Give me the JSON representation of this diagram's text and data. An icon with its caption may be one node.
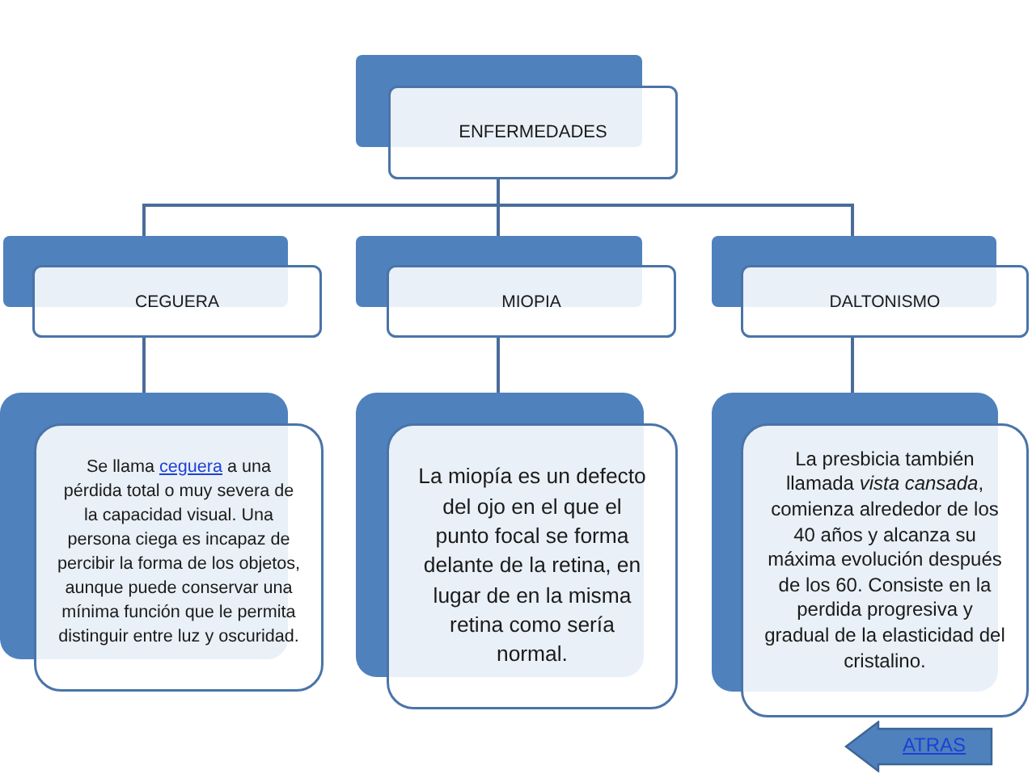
{
  "diagram": {
    "nodes": [
      {
        "text": [
          "ENFERMEDADES"
        ]
      },
      {
        "text": [
          "CEGUERA"
        ]
      },
      {
        "text": [
          "MIOPIA"
        ]
      },
      {
        "text": [
          "DALTONISMO"
        ]
      },
      {
        "text": [
          "Se llama ceguera a una pérdida total o muy severa de la capacidad visual. Una persona ciega es incapaz de percibir la forma de los objetos, aunque puede conservar una mínima función que le permita distinguir entre luz y oscuridad."
        ]
      },
      {
        "text": [
          "La miopía es un defecto del ojo en el que el punto focal se forma delante de la retina, en lugar de en la misma retina como sería normal."
        ]
      },
      {
        "text": [
          "La presbicia también llamada *vista cansada*, comienza alrededor de los 40 años y alcanza su máxima evolución después de los 60. Consiste en la perdida progresiva y gradual de la elasticidad del cristalino."
        ]
      },
      {
        "text": [
          "ATRAS"
        ]
      }
    ],
    "edges": [
      {
        "from": 0,
        "to": 1,
        "arrow": "none"
      },
      {
        "from": 0,
        "to": 2,
        "arrow": "none"
      },
      {
        "from": 0,
        "to": 3,
        "arrow": "none"
      },
      {
        "from": 1,
        "to": 4,
        "arrow": "none"
      },
      {
        "from": 2,
        "to": 5,
        "arrow": "none"
      },
      {
        "from": 3,
        "to": 6,
        "arrow": "none"
      }
    ]
  }
}
